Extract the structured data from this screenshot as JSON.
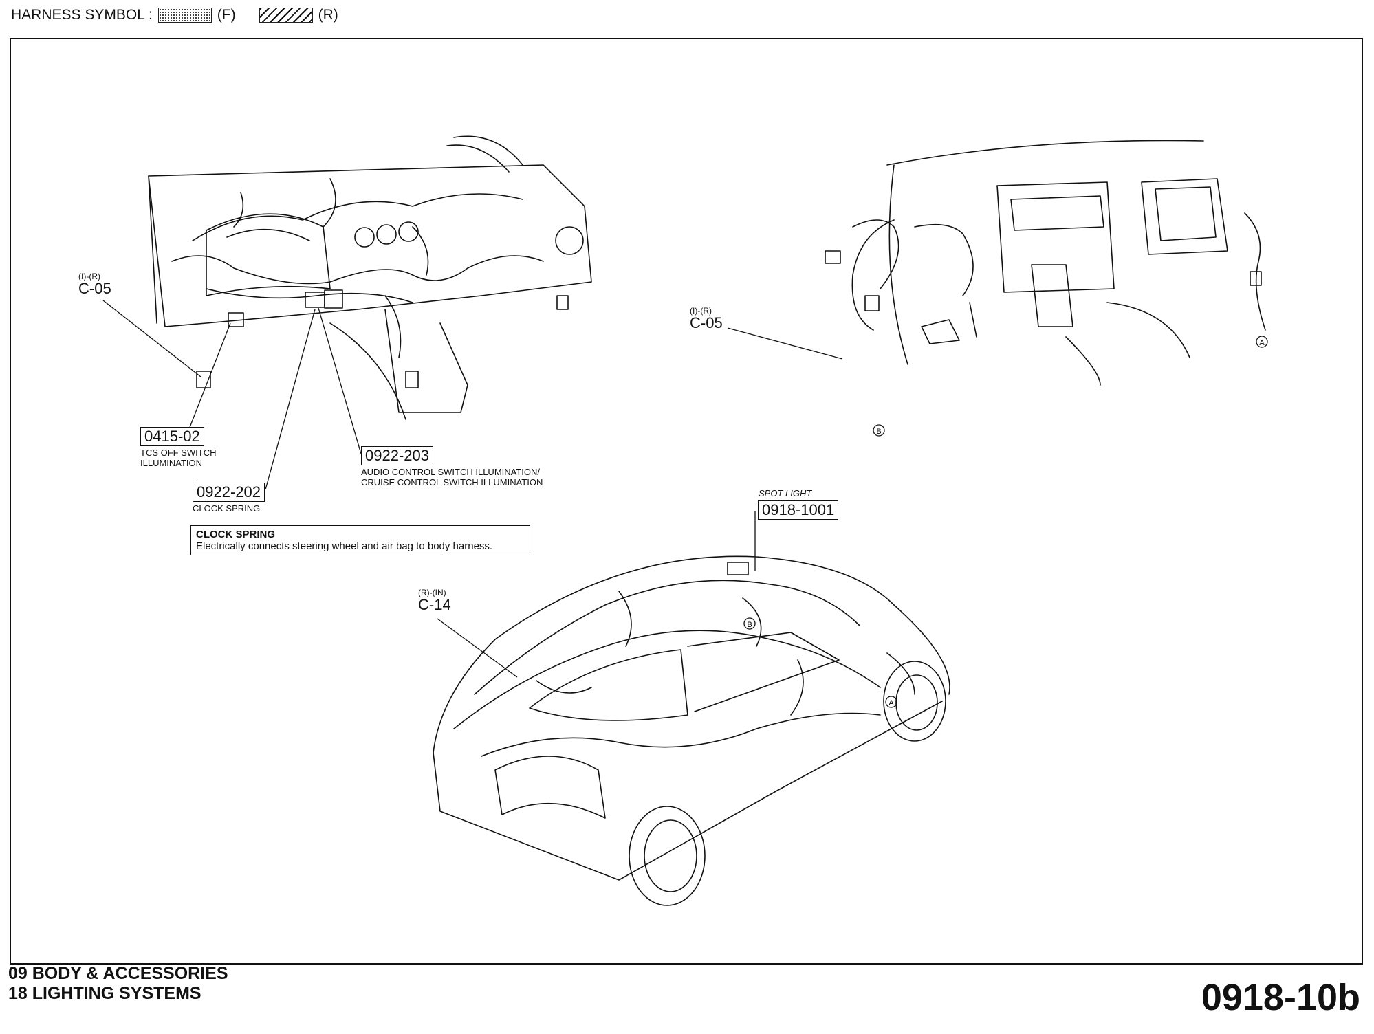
{
  "legend": {
    "prefix": "HARNESS SYMBOL :",
    "front": "(F)",
    "rear": "(R)"
  },
  "connectors": [
    {
      "id": "c05_dash",
      "sub": "(I)-(R)",
      "name": "C-05"
    },
    {
      "id": "c05_pedal",
      "sub": "(I)-(R)",
      "name": "C-05"
    },
    {
      "id": "c14",
      "sub": "(R)-(IN)",
      "name": "C-14"
    }
  ],
  "callouts": {
    "tcs": {
      "code": "0415-02",
      "desc1": "TCS OFF SWITCH",
      "desc2": "ILLUMINATION"
    },
    "clock": {
      "code": "0922-202",
      "desc1": "CLOCK SPRING"
    },
    "audio": {
      "code": "0922-203",
      "desc1": "AUDIO CONTROL SWITCH ILLUMINATION/",
      "desc2": "CRUISE CONTROL SWITCH ILLUMINATION"
    },
    "spot": {
      "title": "SPOT LIGHT",
      "code": "0918-1001"
    }
  },
  "note": {
    "title": "CLOCK SPRING",
    "text": "Electrically connects steering wheel and air bag to body harness."
  },
  "markers": {
    "a": "A",
    "b": "B"
  },
  "footer": {
    "line1": "09  BODY & ACCESSORIES",
    "line2": "18  LIGHTING SYSTEMS"
  },
  "page_code": "0918-10b"
}
